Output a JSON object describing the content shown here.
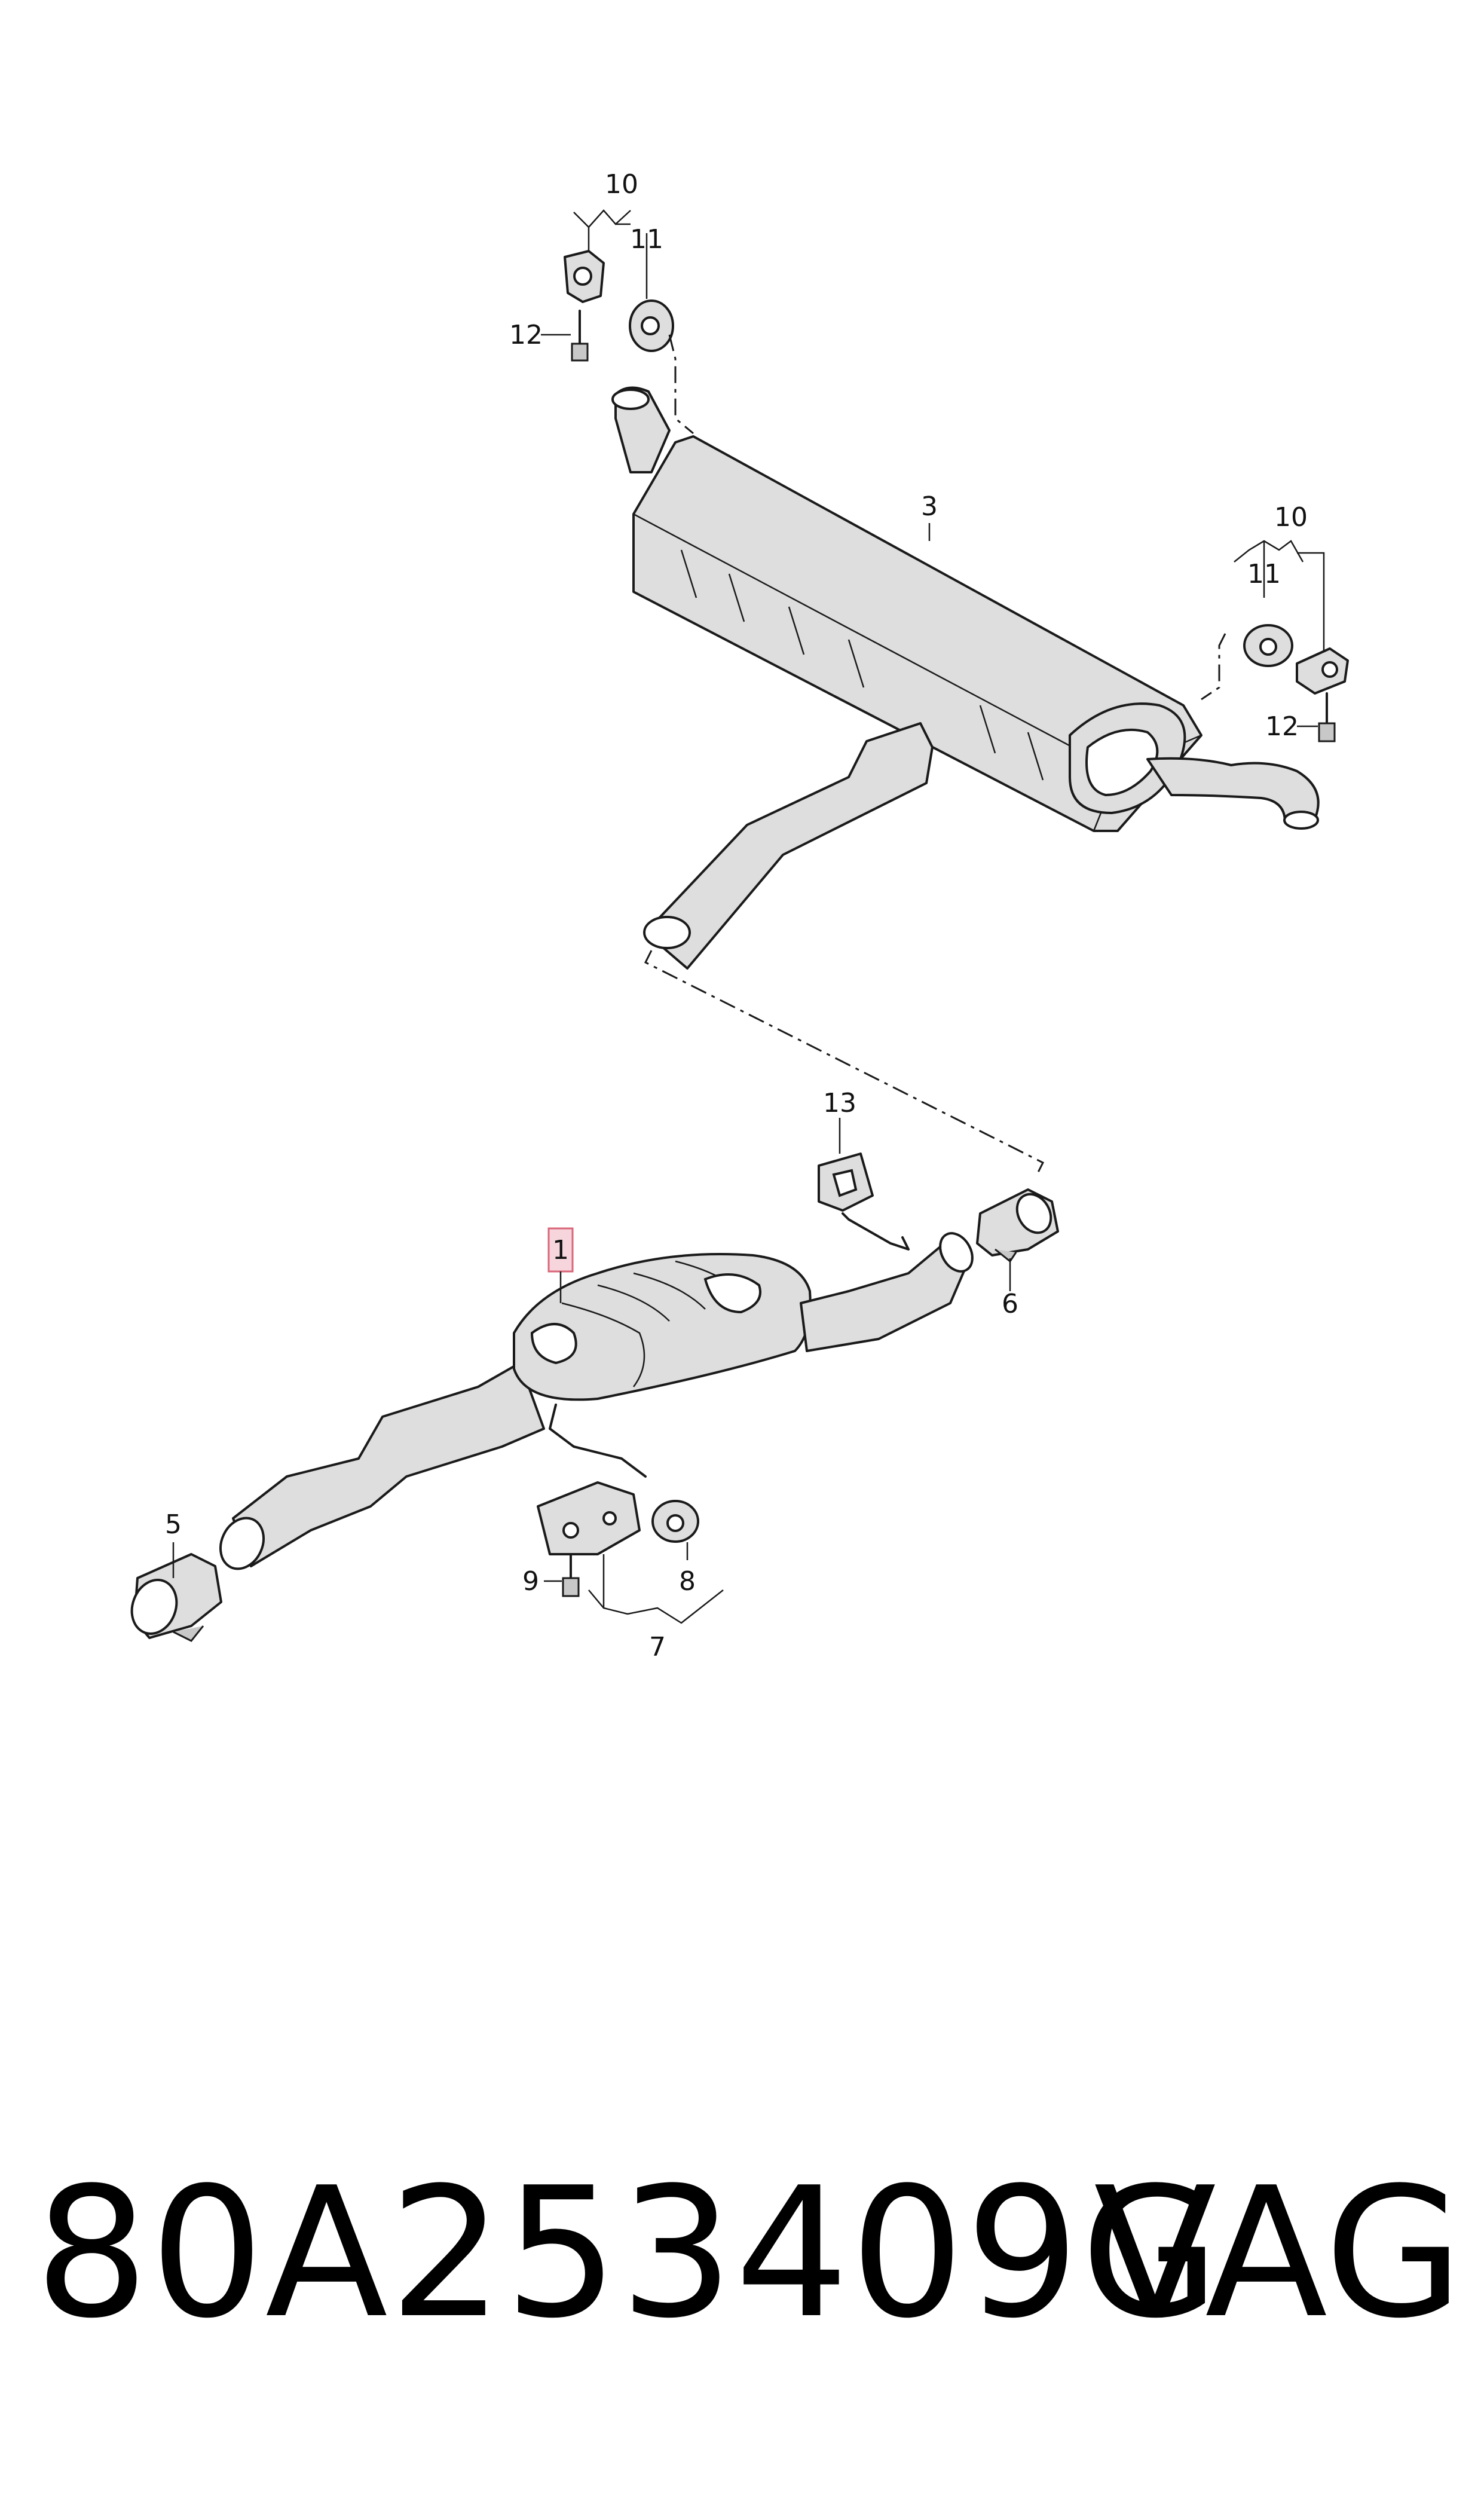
{
  "callouts": {
    "c1": "1",
    "c3": "3",
    "c5": "5",
    "c6": "6",
    "c7": "7",
    "c8": "8",
    "c9": "9",
    "c10_top": "10",
    "c11_top": "11",
    "c12_top": "12",
    "c10_right": "10",
    "c11_right": "11",
    "c12_right": "12",
    "c13": "13"
  },
  "highlighted_callout": "1",
  "footer": {
    "part_number": "80A253409G",
    "brand": "VAG"
  },
  "colors": {
    "highlight_fill": "#f6d6dc",
    "highlight_stroke": "#d9667a"
  }
}
